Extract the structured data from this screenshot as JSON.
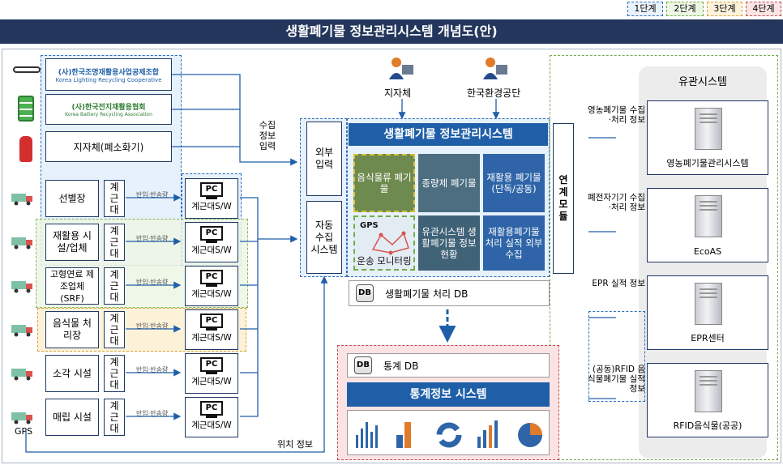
{
  "legend": [
    {
      "label": "1단계",
      "color": "#2f6fbd"
    },
    {
      "label": "2단계",
      "color": "#70ad47"
    },
    {
      "label": "3단계",
      "color": "#d6a33b"
    },
    {
      "label": "4단계",
      "color": "#c0504d"
    }
  ],
  "title": "생활폐기물 정보관리시스템 개념도(안)",
  "orgs": {
    "lighting": {
      "name": "(사)한국조명재활용사업공제조합",
      "sub": "Korea Lighting Recycling Cooperative"
    },
    "battery": {
      "name": "(사)한국전지재활용협회",
      "sub": "Korea Battery Recycling Association"
    },
    "municipal": "지자체(폐소화기)"
  },
  "facilities": [
    {
      "name": "선별장"
    },
    {
      "name": "재활용 시설/업체"
    },
    {
      "name": "고형연료 제조업체 (SRF)"
    },
    {
      "name": "음식물 처리장"
    },
    {
      "name": "소각 시설"
    },
    {
      "name": "매립 시설"
    }
  ],
  "scale_label": "계근대",
  "flow_label": "반입·반송량",
  "pc": {
    "screen": "PC",
    "label": "계근대S/W"
  },
  "gps_label": "GPS",
  "collect_label": "수집 정보 입력",
  "location_label": "위치 정보",
  "inputs": {
    "external": "외부 입력",
    "auto": "자동 수집 시스템"
  },
  "actors": [
    {
      "name": "지자체"
    },
    {
      "name": "한국환경공단"
    }
  ],
  "main_system": {
    "title": "생활폐기물 정보관리시스템",
    "tiles": [
      {
        "label": "음식물류 폐기물"
      },
      {
        "label": "종량제 폐기물"
      },
      {
        "label": "재활용 폐기물 (단독/공동)"
      },
      {
        "label": "운송 모니터링",
        "badge": "GPS"
      },
      {
        "label": "유관시스템 생활폐기물 정보 현황"
      },
      {
        "label": "재활용폐기물 처리 실적 외부 수집"
      }
    ]
  },
  "link_module": "연계모듈",
  "processing_db": "생활폐기물 처리 DB",
  "db_icon": "DB",
  "stats": {
    "db": "통계 DB",
    "title": "통계정보 시스템"
  },
  "related": {
    "title": "유관시스템",
    "systems": [
      {
        "label": "영농폐기물 수집·처리 정보",
        "name": "영농폐기물관리시스템"
      },
      {
        "label": "폐전자기기 수집·처리 정보",
        "name": "EcoAS"
      },
      {
        "label": "EPR 실적 정보",
        "name": "EPR센터"
      },
      {
        "label": "(공동)RFID 음식물폐기물 실적 정보",
        "name": "RFID음식물(공공)"
      }
    ]
  }
}
